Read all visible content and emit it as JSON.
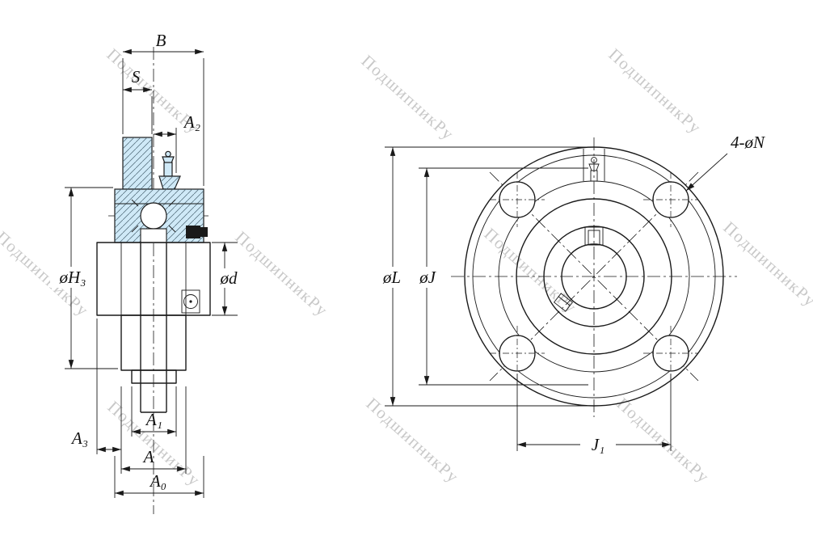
{
  "watermark": {
    "text": "ПодшипникРу"
  },
  "colors": {
    "section_fill": "#cfe9f7",
    "line": "#1a1a1a",
    "watermark": "#c8c8c8"
  },
  "side_view": {
    "dims": {
      "B": "B",
      "S": "S",
      "A2": "A₂",
      "H3": "øH₃",
      "d": "ød",
      "A1": "A₁",
      "A3": "A₃",
      "A": "A",
      "A0": "A₀"
    }
  },
  "front_view": {
    "dims": {
      "N": "4-øN",
      "L": "øL",
      "J": "øJ",
      "J1": "J₁"
    }
  }
}
